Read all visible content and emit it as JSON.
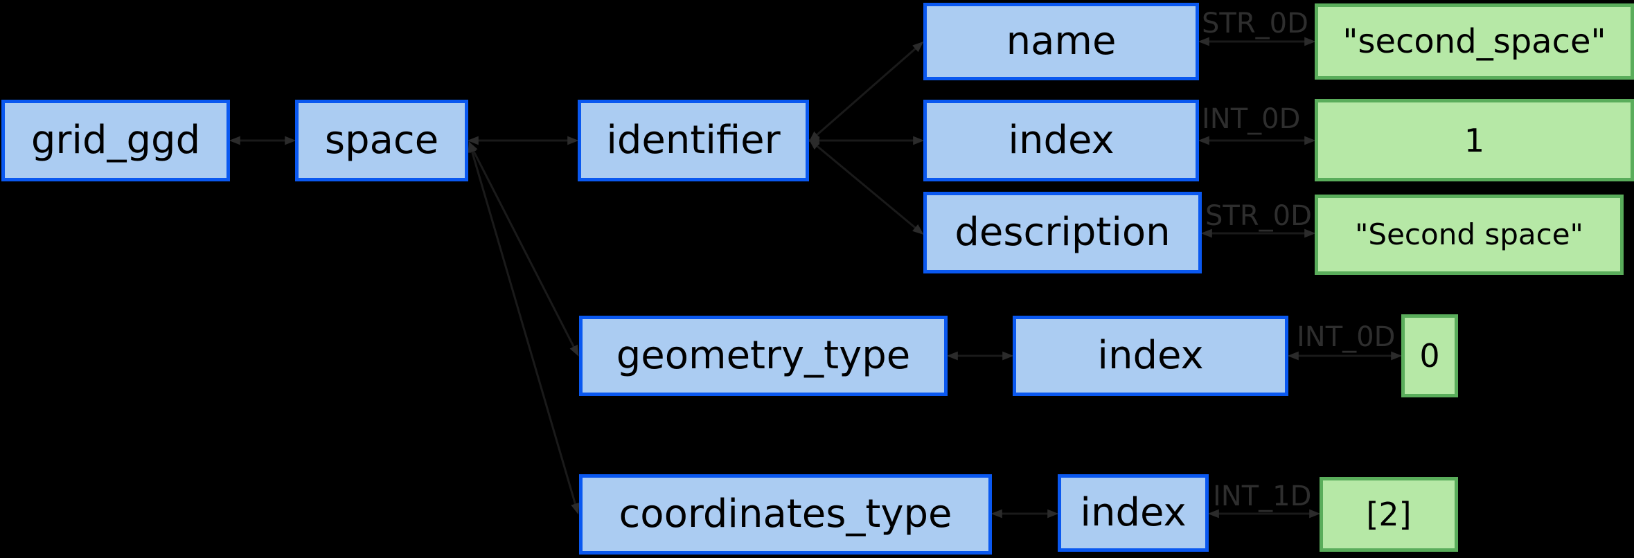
{
  "diagram": {
    "title": "grid_ggd space identifier tree",
    "colors": {
      "background": "#000000",
      "node_fill": "#abccf2",
      "node_border": "#0a58f0",
      "value_fill": "#b6e8a6",
      "value_border": "#5aad5b",
      "text": "#000000",
      "edge_label": "#2e2e2e",
      "edge_line": "#1a1a1a",
      "edge_arrow": "#2b2b2b"
    },
    "nodes": [
      {
        "id": "grid_ggd",
        "label": "grid_ggd"
      },
      {
        "id": "space",
        "label": "space"
      },
      {
        "id": "identifier",
        "label": "identifier"
      },
      {
        "id": "name",
        "label": "name"
      },
      {
        "id": "index_identifier",
        "label": "index"
      },
      {
        "id": "description",
        "label": "description"
      },
      {
        "id": "geometry_type",
        "label": "geometry_type"
      },
      {
        "id": "index_geometry",
        "label": "index"
      },
      {
        "id": "coordinates_type",
        "label": "coordinates_type"
      },
      {
        "id": "index_coordinates",
        "label": "index"
      }
    ],
    "values": [
      {
        "label": "\"second_space\"",
        "type": "STR_0D"
      },
      {
        "label": "1",
        "type": "INT_0D"
      },
      {
        "label": "\"Second space\"",
        "type": "STR_0D"
      },
      {
        "label": "0",
        "type": "INT_0D"
      },
      {
        "label": "[2]",
        "type": "INT_1D"
      }
    ]
  }
}
